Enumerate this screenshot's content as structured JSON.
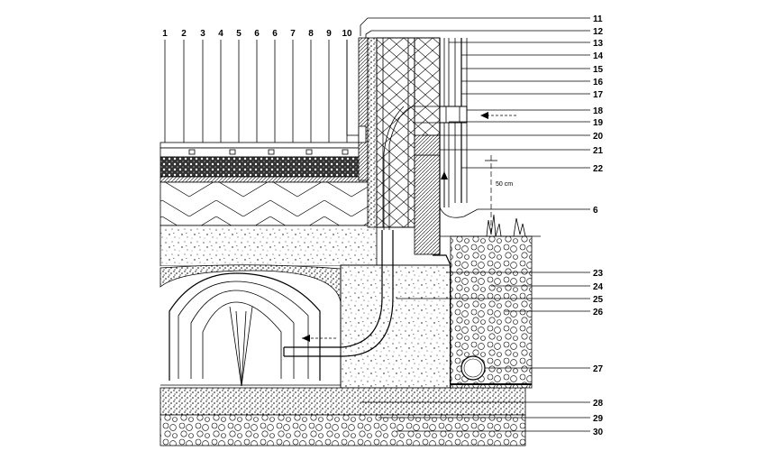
{
  "labels_top": [
    "1",
    "2",
    "3",
    "4",
    "5",
    "6",
    "6",
    "7",
    "8",
    "9",
    "10"
  ],
  "labels_right": [
    "11",
    "12",
    "13",
    "14",
    "15",
    "16",
    "17",
    "18",
    "19",
    "20",
    "21",
    "22",
    "6",
    "23",
    "24",
    "25",
    "26",
    "27",
    "28",
    "29",
    "30"
  ],
  "dimension_text": "50 cm"
}
